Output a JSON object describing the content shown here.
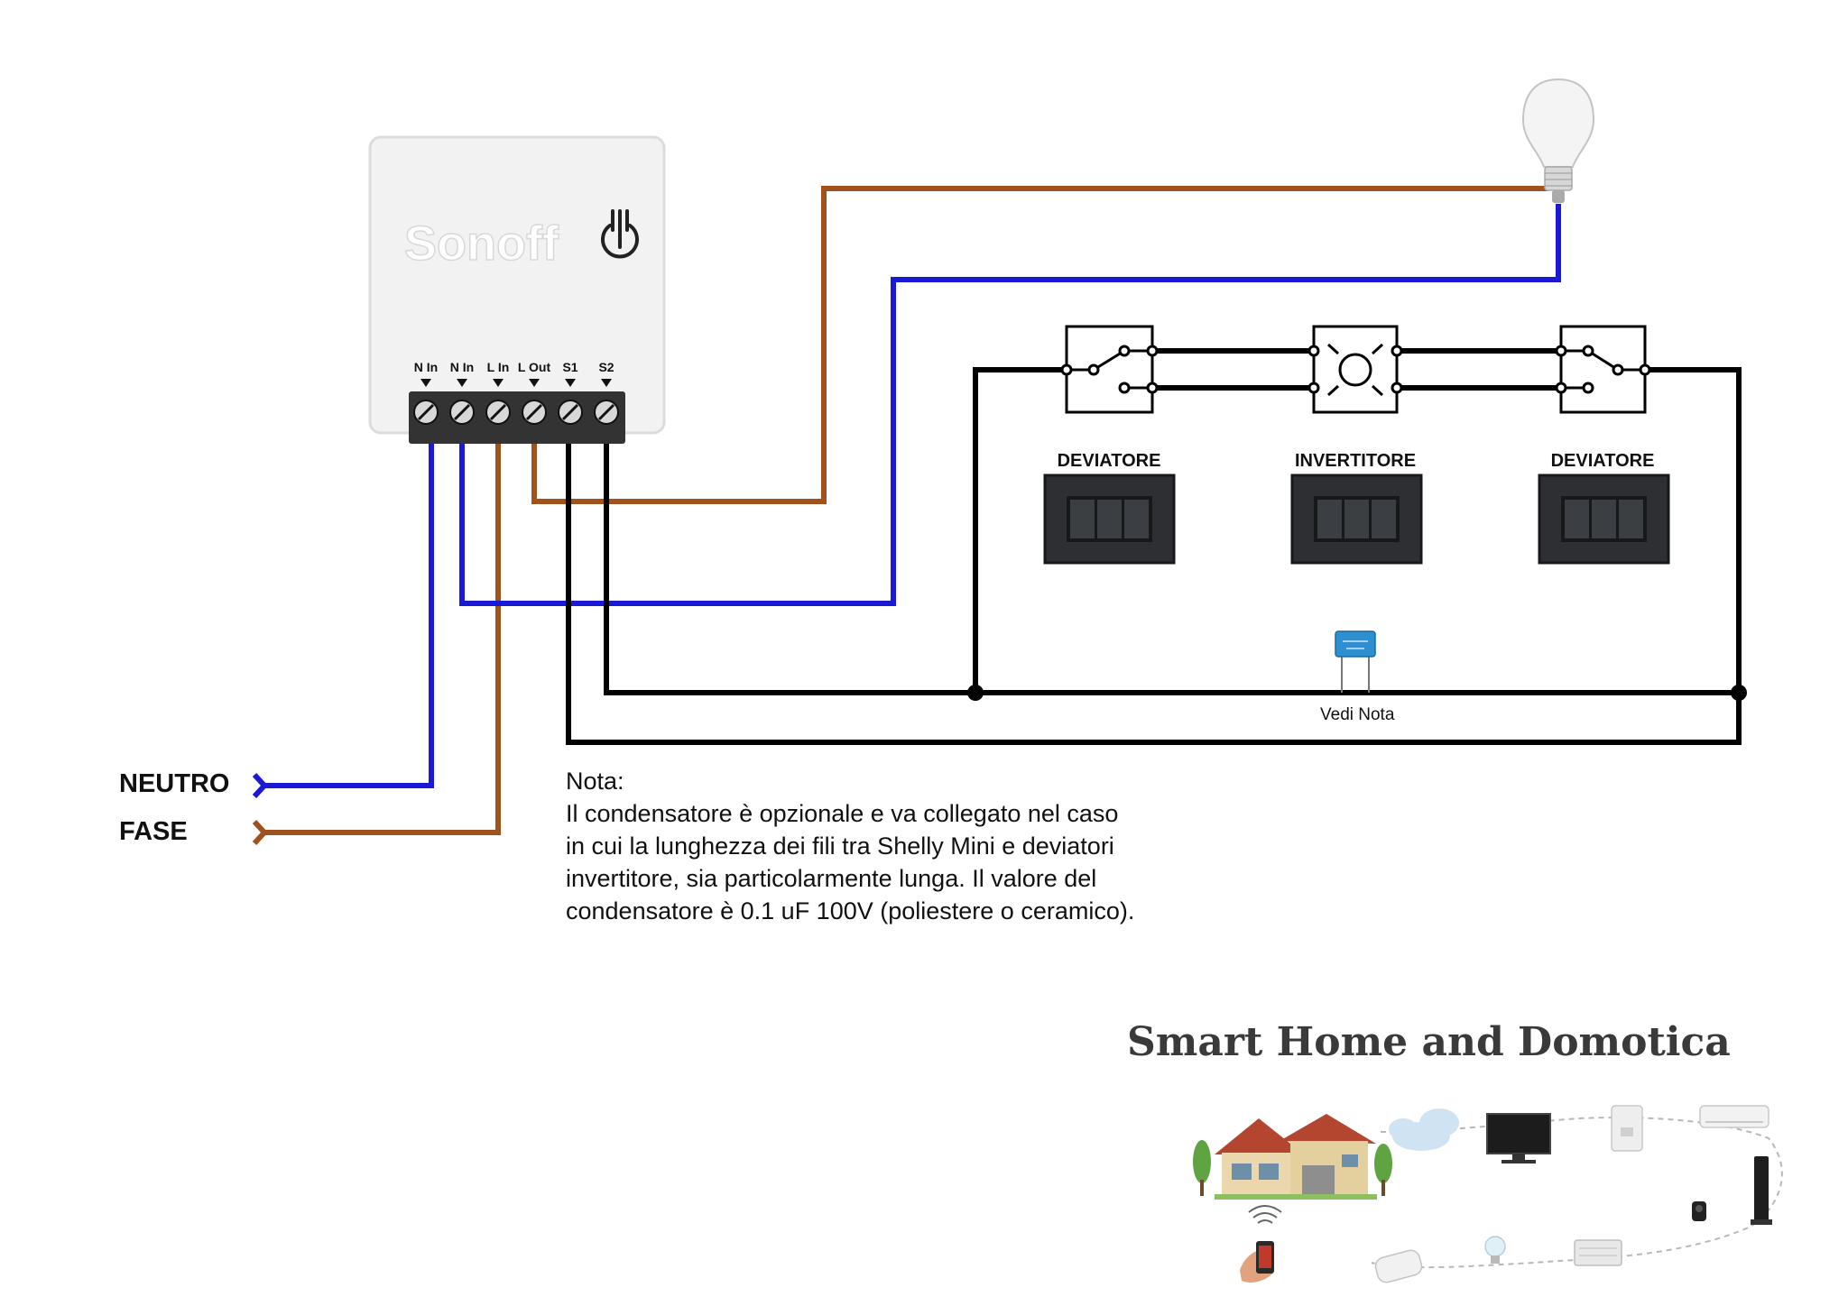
{
  "device": {
    "terminals": [
      "N In",
      "N In",
      "L In",
      "L Out",
      "S1",
      "S2"
    ]
  },
  "inputs": {
    "neutral_label": "NEUTRO",
    "phase_label": "FASE"
  },
  "switches": [
    {
      "label": "DEVIATORE"
    },
    {
      "label": "INVERTITORE"
    },
    {
      "label": "DEVIATORE"
    }
  ],
  "capacitor": {
    "label": "Vedi Nota"
  },
  "note": {
    "lines": [
      "Nota:",
      "Il condensatore è opzionale e va collegato nel caso",
      "in cui la lunghezza dei fili tra Shelly Mini e deviatori",
      "invertitore, sia particolarmente lunga. Il valore del",
      "condensatore è 0.1 uF 100V (poliestere o ceramico)."
    ]
  },
  "brand": {
    "title": "Smart Home and Domotica"
  },
  "colors": {
    "phase_wire": "#a0521d",
    "neutral_wire": "#1a1ad6",
    "switch_wire": "#000000",
    "device_body": "#f2f2f2",
    "terminal_block": "#333333",
    "switch_plate": "#2d2f33",
    "capacitor": "#2d8fd0"
  }
}
